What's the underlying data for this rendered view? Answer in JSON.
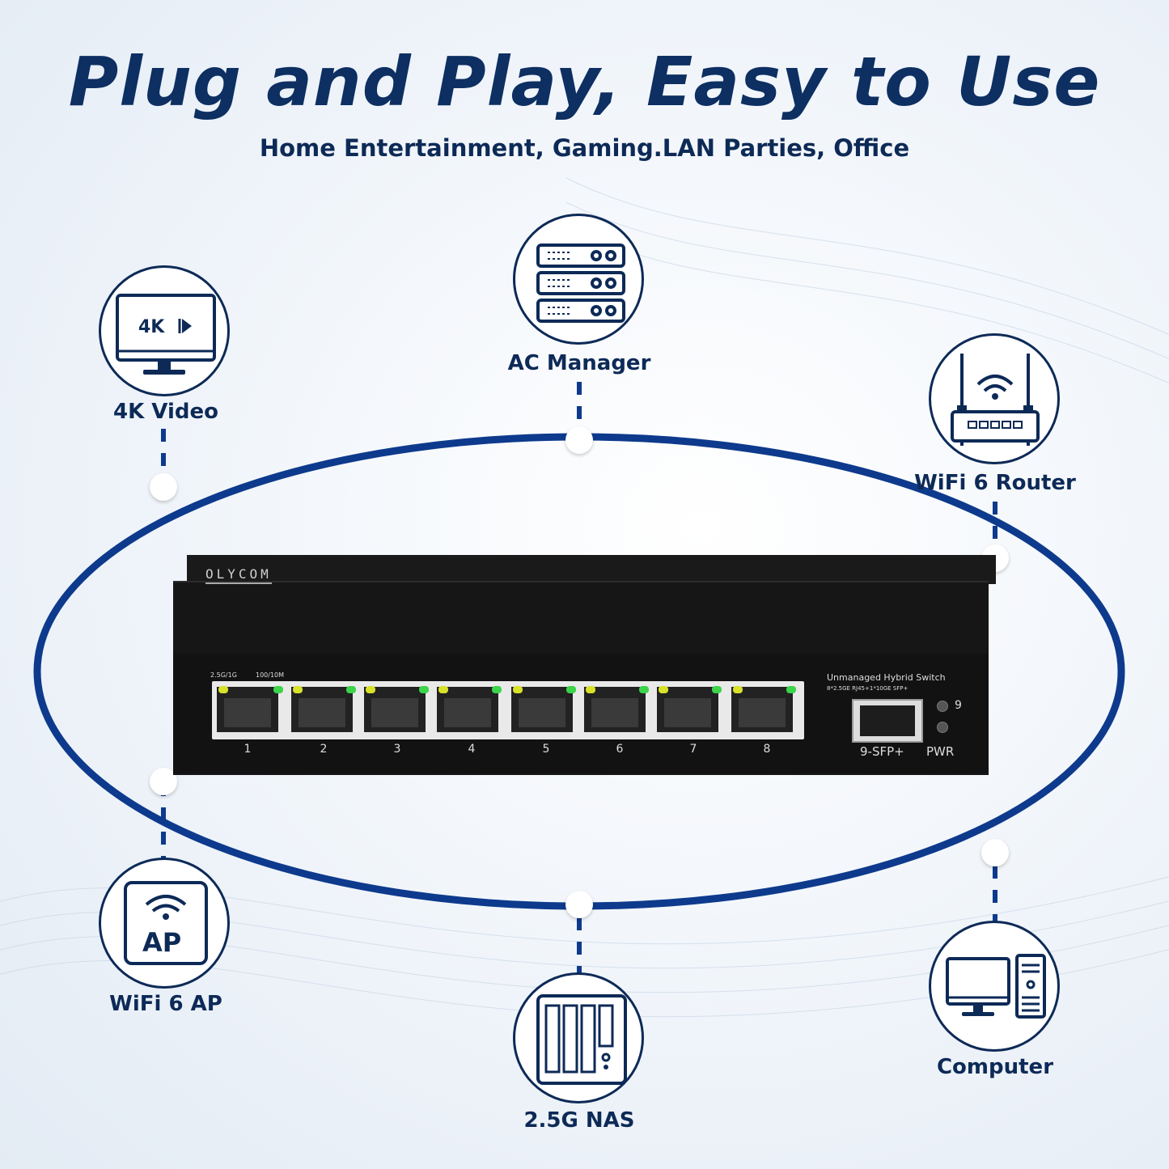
{
  "title": "Plug and Play, Easy to Use",
  "subtitle": "Home Entertainment, Gaming.LAN Parties, Office",
  "nodes": {
    "video": {
      "label": "4K Video",
      "screen_text": "4K"
    },
    "ac": {
      "label": "AC Manager"
    },
    "router": {
      "label": "WiFi 6 Router"
    },
    "ap": {
      "label": "WiFi 6 AP",
      "badge_text": "AP"
    },
    "nas": {
      "label": "2.5G NAS"
    },
    "computer": {
      "label": "Computer"
    }
  },
  "switch": {
    "brand": "OLYCOM",
    "led_legend_1": "2.5G/1G",
    "led_legend_2": "100/10M",
    "model_title": "Unmanaged Hybrid Switch",
    "model_desc": "8*2.5GE RJ45+1*10GE SFP+",
    "ports": [
      "1",
      "2",
      "3",
      "4",
      "5",
      "6",
      "7",
      "8"
    ],
    "sfp_label": "9-SFP+",
    "port9_led": "9",
    "pwr_label": "PWR"
  },
  "colors": {
    "navy": "#0d2a57",
    "ring_blue": "#0d3a8c"
  }
}
